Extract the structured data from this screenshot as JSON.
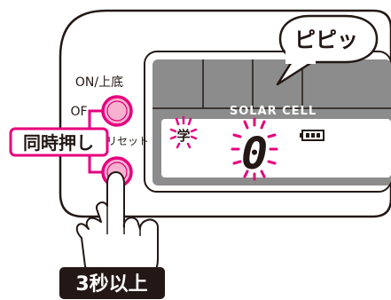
{
  "device": {
    "on_button_label": "ON/上底",
    "off_label_visible": "OF",
    "reset_label_visible": "リセット",
    "solar_cell_label": "SOLAR CELL",
    "subject_indicator": "学",
    "display_digit": "0"
  },
  "callouts": {
    "beep_sound": "ピピッ",
    "press_together": "同時押し",
    "hold_duration": "3秒以上"
  },
  "colors": {
    "accent_magenta": "#e6007e",
    "button_fill": "#f7b2cf",
    "panel_outline": "#231815",
    "lcd_gray": "#8c8c8c",
    "lcd_bg": "#ffffff"
  },
  "icons": {
    "battery": "battery-icon",
    "hand": "pointing-hand-icon"
  }
}
